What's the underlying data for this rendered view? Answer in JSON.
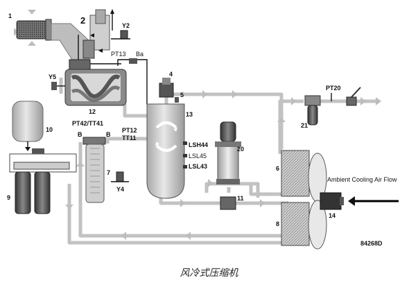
{
  "labels": {
    "c1": "1",
    "c2": "2",
    "y2": "Y2",
    "pt13": "PT13",
    "ba": "Ba",
    "y5": "Y5",
    "c4": "4",
    "c5": "5",
    "c12": "12",
    "c13": "13",
    "c10": "10",
    "pt42": "PT42/TT41",
    "b_left": "B",
    "b_right": "B",
    "pt12": "PT12",
    "tt11": "TT11",
    "lsh44": "LSH44",
    "lsl45": "LSL45",
    "lsl43": "LSL43",
    "c20": "20",
    "c7": "7",
    "y4": "Y4",
    "c9": "9",
    "c11": "11",
    "pt20": "PT20",
    "c21": "21",
    "c6": "6",
    "c8": "8",
    "c14": "14",
    "ambient": "Ambient Cooling Air Flow",
    "code": "84268D"
  },
  "caption": "风冷式压缩机",
  "colors": {
    "pipe": "#c2c2c2",
    "component_dark": "#555555",
    "component_light": "#d8d8d8",
    "line": "#111111"
  }
}
